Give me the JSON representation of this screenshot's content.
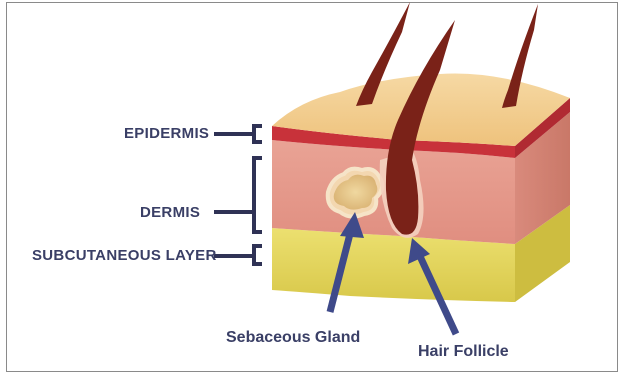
{
  "labels": {
    "epidermis": "Epidermis",
    "dermis": "Dermis",
    "subcutaneous": "Subcutaneous Layer",
    "sebaceous_gland": "Sebaceous Gland",
    "hair_follicle": "Hair Follicle"
  },
  "colors": {
    "label_text": "#3a3f66",
    "bracket": "#2f3255",
    "arrow": "#3f4a8a",
    "epidermis_top": "#f1c98a",
    "epidermis_red": "#c8323a",
    "dermis": "#e2958a",
    "subcutaneous": "#e6d45a",
    "hair": "#7a2218",
    "gland": "#e6c888"
  }
}
